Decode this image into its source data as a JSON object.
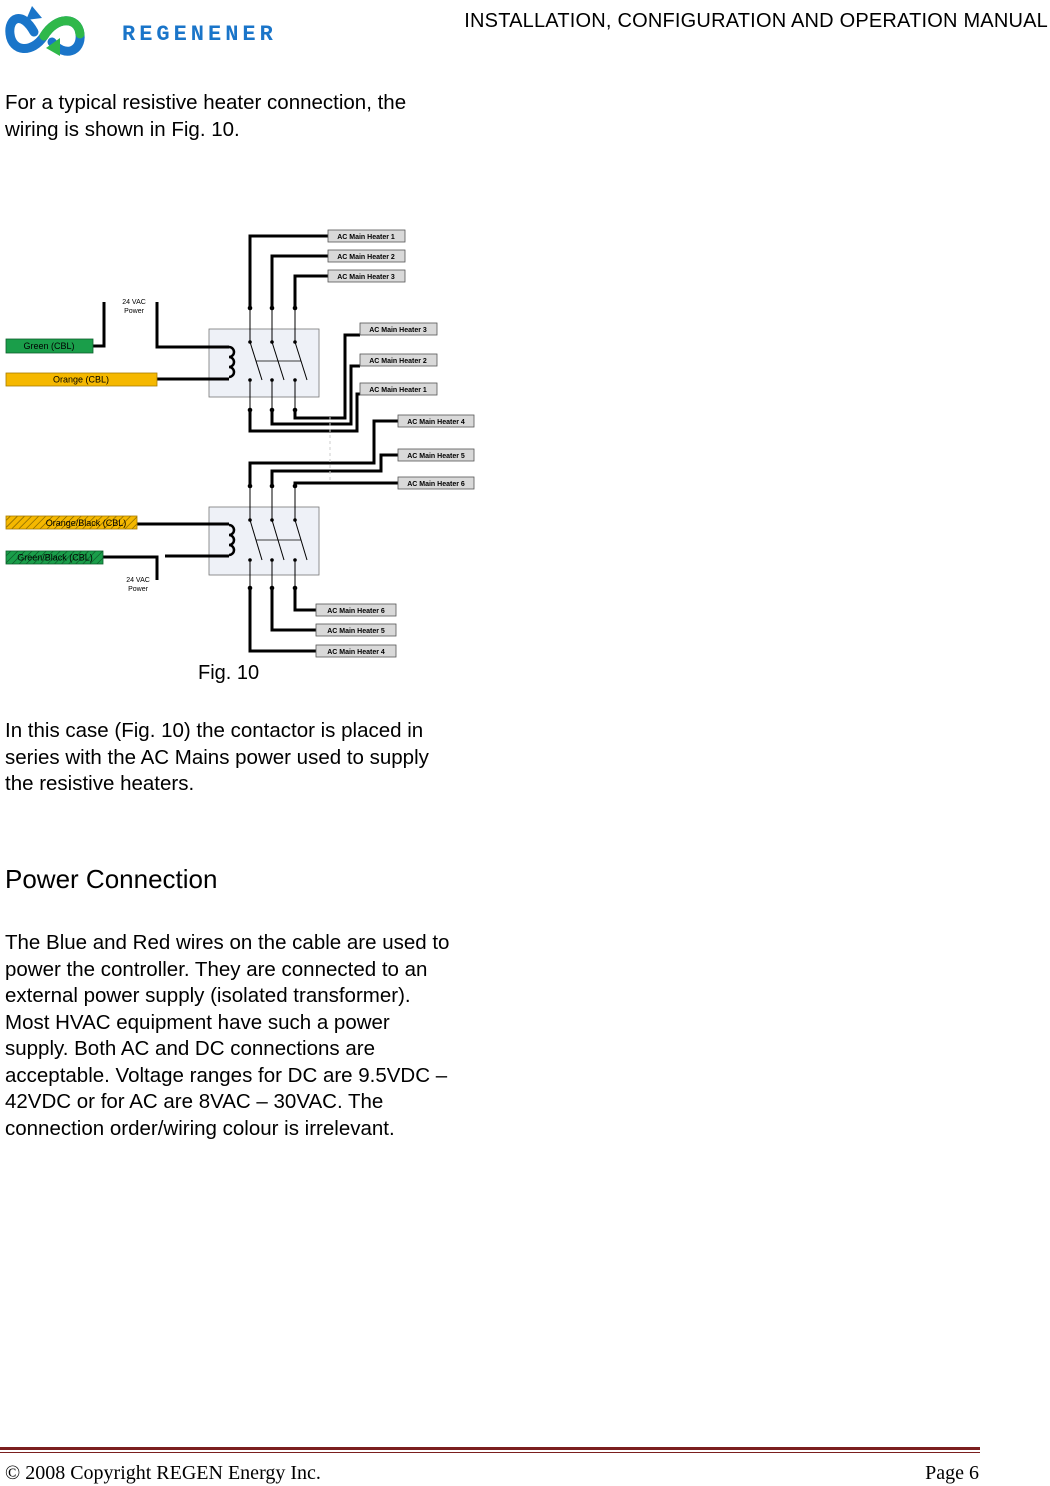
{
  "header": {
    "logo_text": "REGENENERGY",
    "title": "INSTALLATION, CONFIGURATION AND OPERATION MANUAL"
  },
  "intro": {
    "line1": "For a typical resistive heater connection, the",
    "line2": "wiring is shown in Fig. 10."
  },
  "diagram": {
    "top_contactor": {
      "power_label_1": "24 VAC",
      "power_label_2": "Power",
      "wire_green": "Green (CBL)",
      "wire_orange": "Orange (CBL)",
      "top_terminals": [
        "AC Main Heater 1",
        "AC Main Heater 2",
        "AC Main Heater 3"
      ],
      "bottom_terminals": [
        "AC Main Heater 3",
        "AC Main Heater 2",
        "AC Main Heater 1"
      ]
    },
    "bottom_contactor": {
      "power_label_1": "24  VAC",
      "power_label_2": "Power",
      "wire_orange_black": "Orange/Black (CBL)",
      "wire_green_black": "Green/Black (CBL)",
      "top_terminals": [
        "AC Main Heater  4",
        "AC Main Heater  5",
        "AC Main Heater  6"
      ],
      "bottom_terminals": [
        "AC Main Heater  6",
        "AC Main Heater  5",
        "AC Main Heater  4"
      ]
    },
    "colors": {
      "green": "#1a9e4a",
      "orange": "#f5b800",
      "terminal_fill": "#d9d9d9",
      "contactor_fill": "#eef1f7"
    }
  },
  "figure_caption": "Fig. 10",
  "explanation": {
    "line1": "In this case (Fig. 10) the contactor is placed in",
    "line2": "series with the AC Mains power used to supply",
    "line3": "the resistive heaters."
  },
  "section": {
    "heading": "Power Connection",
    "lines": [
      "The Blue and Red wires on the cable are used to",
      "power the controller. They are connected to an",
      "external power supply (isolated transformer).",
      "Most HVAC equipment have such a power",
      "supply. Both AC and DC connections are",
      "acceptable. Voltage ranges for DC are 9.5VDC –",
      "42VDC or for AC are 8VAC – 30VAC. The",
      "connection order/wiring colour is irrelevant."
    ]
  },
  "footer": {
    "copyright": "© 2008 Copyright REGEN Energy Inc.",
    "page": "Page 6"
  }
}
